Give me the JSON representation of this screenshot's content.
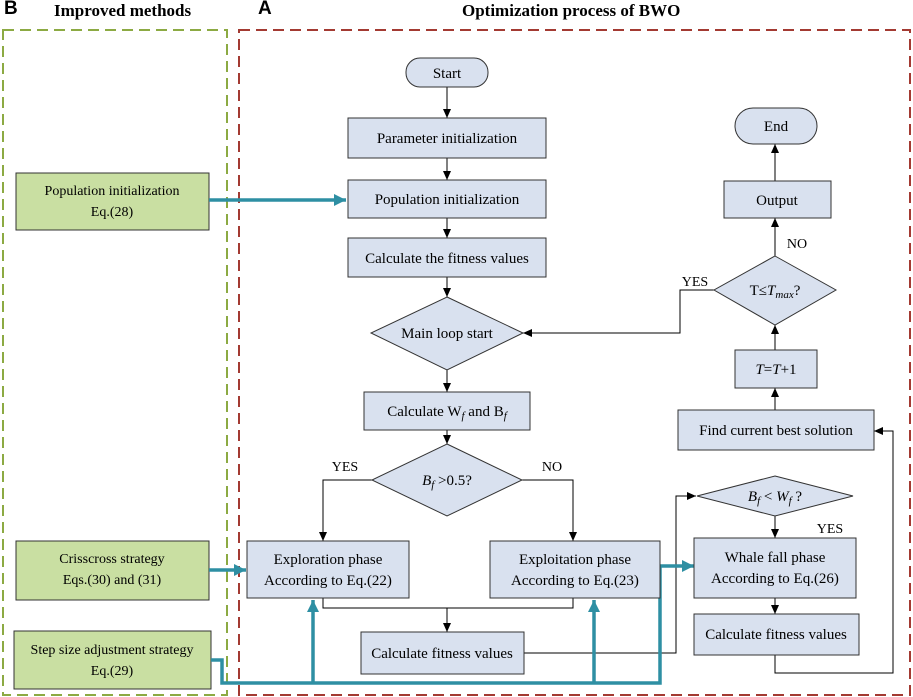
{
  "labels": {
    "b": "B",
    "a": "A"
  },
  "headers": {
    "improved": "Improved methods",
    "optimization": "Optimization process of BWO"
  },
  "left_boxes": {
    "pop_init": [
      "Population initialization",
      "Eq.(28)"
    ],
    "crisscross": [
      "Crisscross strategy",
      "Eqs.(30) and (31)"
    ],
    "step_size": [
      "Step size adjustment strategy",
      "Eq.(29)"
    ]
  },
  "nodes": {
    "start": "Start",
    "param_init": "Parameter initialization",
    "pop_init": "Population initialization",
    "calc_fitness": "Calculate the fitness values",
    "main_loop": "Main loop start",
    "calc_wb": {
      "prefix": "Calculate W",
      "sub1": "f",
      "mid": " and B",
      "sub2": "f"
    },
    "bf_decision": {
      "var": "B",
      "sub": "f",
      "rest": " >0.5?"
    },
    "exploration": [
      "Exploration phase",
      "According to Eq.(22)"
    ],
    "exploitation": [
      "Exploitation phase",
      "According to Eq.(23)"
    ],
    "calc_fitness2": "Calculate fitness values",
    "bw_decision": {
      "v1": "B",
      "s1": "f",
      "op": " < ",
      "v2": "W",
      "s2": "f",
      "q": " ?"
    },
    "whale_fall": [
      "Whale fall phase",
      "According to Eq.(26)"
    ],
    "calc_fitness3": "Calculate fitness values",
    "find_best": "Find current best solution",
    "t_update": {
      "t1": "T",
      "eq": "=",
      "t2": "T",
      "plus": "+1"
    },
    "t_decision": {
      "pre": "T≤",
      "var": "T",
      "sub": "max",
      "q": "?"
    },
    "output": "Output",
    "end": "End"
  },
  "edge_labels": {
    "yes1": "YES",
    "no1": "NO",
    "yes2": "YES",
    "yes3": "YES",
    "no2": "NO"
  },
  "colors": {
    "box_fill": "#d9e1ef",
    "green_fill": "#c9dfa2",
    "teal": "#2e8fa3",
    "red_dash": "#a33a32",
    "green_dash": "#8caa43"
  }
}
